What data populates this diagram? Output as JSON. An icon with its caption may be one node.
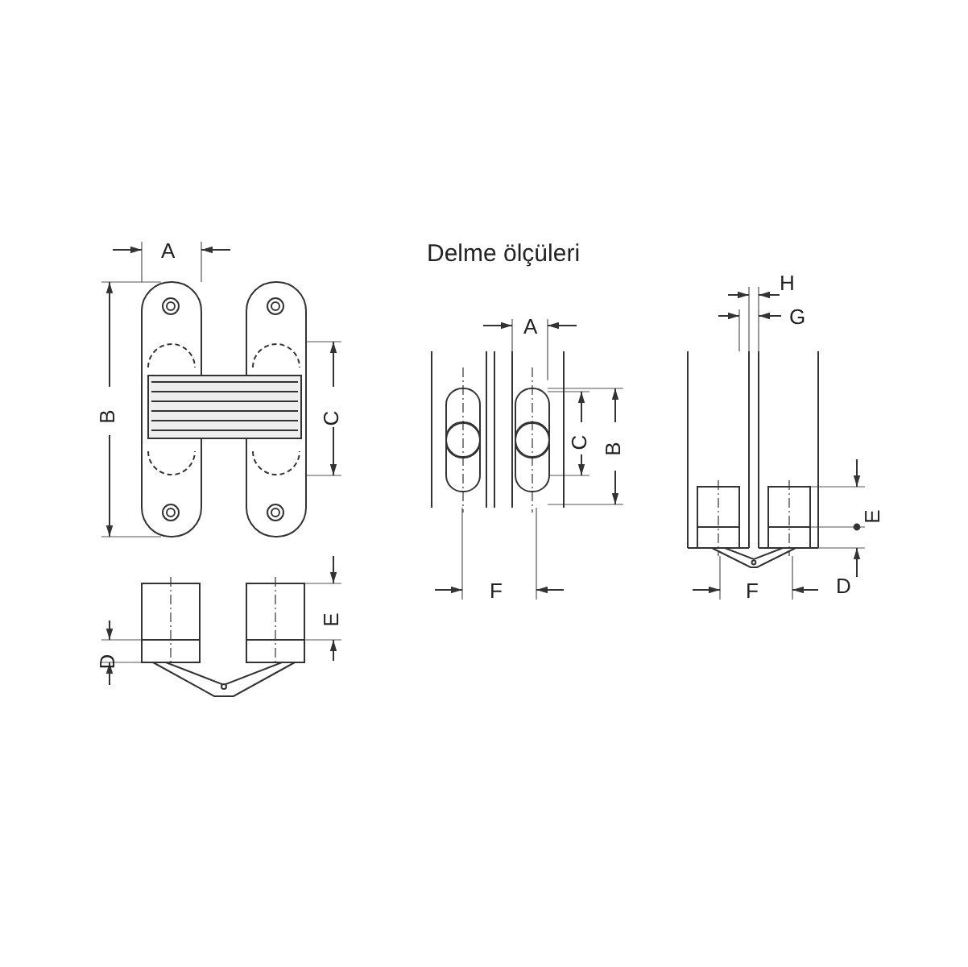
{
  "diagram": {
    "labels": [
      "A",
      "B",
      "C",
      "D",
      "E",
      "Delme ölçüleri",
      "A",
      "C",
      "B",
      "F",
      "H",
      "G",
      "E",
      "F",
      "D"
    ]
  }
}
